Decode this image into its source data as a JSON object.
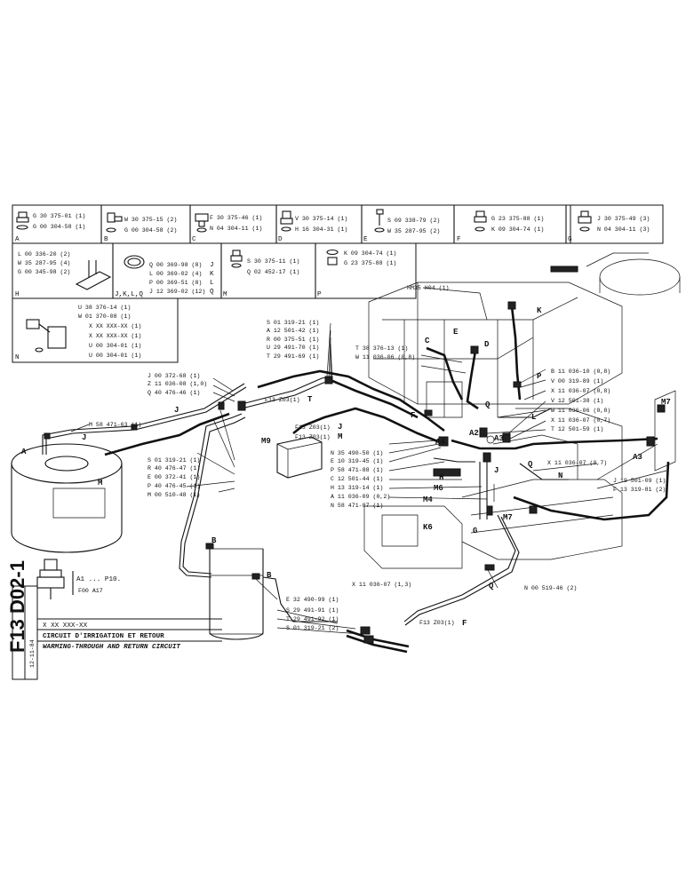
{
  "sheet": {
    "code": "F13 D02-1",
    "date": "12-11-84",
    "part_number": "X XX XXX-XX",
    "title_fr": "CIRCUIT D'IRRIGATION ET RETOUR",
    "title_en": "WARMING-THROUGH AND RETURN CIRCUIT"
  },
  "kit_boxes": [
    {
      "id": "A",
      "lines": [
        "G 30 375-01 (1)",
        "G 00 304-58 (1)"
      ]
    },
    {
      "id": "B",
      "lines": [
        "W 30 375-15 (2)",
        "G 00 304-58 (2)"
      ]
    },
    {
      "id": "C",
      "lines": [
        "F 30 375-46 (1)",
        "N 04 304-11 (1)"
      ]
    },
    {
      "id": "D",
      "lines": [
        "V 30 375-14 (1)",
        "H 16 304-31 (1)"
      ]
    },
    {
      "id": "E",
      "lines": [
        "S 09 338-79 (2)",
        "W 35 287-95 (2)"
      ]
    },
    {
      "id": "F",
      "lines": [
        "G 23 375-88 (1)",
        "K 09 304-74 (1)"
      ]
    },
    {
      "id": "G",
      "lines": [
        "J 30 375-49 (3)",
        "N 04 304-11 (3)"
      ]
    }
  ],
  "kit_boxes_row2": [
    {
      "id": "H",
      "lines": [
        "L 00 336-20 (2)",
        "W 35 287-95 (4)",
        "G 00 345-98 (2)"
      ]
    },
    {
      "id": "J,K,L,Q",
      "lines": [
        "Q 00 369-98 (8)",
        "L 00 369-02 (4)",
        "P 00 369-51 (8)",
        "J 12 369-02 (12)"
      ],
      "letters": [
        "J",
        "K",
        "L",
        "Q"
      ]
    },
    {
      "id": "M",
      "lines": [
        "S 30 375-11 (1)",
        "Q 02 452-17 (1)"
      ]
    },
    {
      "id": "P",
      "lines": [
        "K 09 304-74 (1)",
        "G 23 375-88 (1)"
      ]
    }
  ],
  "kit_box_n": {
    "id": "N",
    "lines": [
      "U 38 376-14 (1)",
      "W 01 370-08 (1)",
      "X XX XXX-XX (1)",
      "X XX XXX-XX (1)",
      "U 00 304-01 (1)",
      "U 00 304-01 (1)"
    ]
  },
  "callouts": {
    "upper_left": [
      "J 00 372-68 (1)",
      "Z 11 036-08 (1,0)",
      "Q 40 476-46 (1)"
    ],
    "m58": "M 58 471-63 (1)",
    "lower_left": [
      "S 01 319-21 (1)",
      "R 40 476-47 (1)",
      "E 00 372-41 (1)",
      "P 40 476-45 (1)",
      "M 00 510-48 (1)"
    ],
    "upper_mid": [
      "S 01 319-21 (1)",
      "A 12 501-42 (1)",
      "R 00 375-51 (1)",
      "U 29 491-70 (1)",
      "T 29 491-69 (1)"
    ],
    "t38": [
      "T 38 376-13 (1)",
      "W 11 036-06 (0,8)"
    ],
    "hm35": "HM35 H04 (1)",
    "mid_center": [
      "N 35 490-50 (1)",
      "E 10 319-45 (1)",
      "P 58 471-88 (1)",
      "C 12 501-44 (1)",
      "H 13 319-14 (1)",
      "A 11 036-09 (0,2)",
      "N 58 471-87 (1)"
    ],
    "right": [
      "B 11 036-10 (0,8)",
      "V 00 319-89 (1)",
      "X 11 036-07 (0,8)",
      "V 12 501-38 (1)",
      "W 11 036-06 (0,8)",
      "X 11 036-07 (0,7)",
      "T 12 501-59 (1)"
    ],
    "right_low": [
      "X 11 036-07 (0,7)",
      "J 19 501-09 (1)",
      "F 13 319-81 (2)"
    ],
    "bottom_left": [
      "E 32 490-99 (1)",
      "S 29 491-91 (1)",
      "T 29 491-92 (1)",
      "S 01 319-21 (2)"
    ],
    "x11": "X 11 036-07 (1,3)",
    "n00": "N 00 519-46 (2)",
    "f13_a": "F13 Z03(1)",
    "f13_b": "F13 Z03(1)",
    "f13_c": "F13 Z03(1)",
    "f13_d": "F13 Z03(1)",
    "a1_p10": "A1 ... P10.",
    "f00_a17": "F00 A17"
  },
  "markers": {
    "T": "T",
    "J": "J",
    "M": "M",
    "F": "F",
    "M9": "M9",
    "A4": "A4",
    "A2": "A2",
    "A3": "A3",
    "A3b": "A3",
    "M7": "M7",
    "M7b": "M7",
    "M6": "M6",
    "M4": "M4",
    "K6": "K6",
    "B": "B",
    "Bb": "B",
    "A": "A",
    "Mb": "M",
    "Jb": "J",
    "Q": "Q",
    "Qb": "Q",
    "Qc": "Q",
    "G": "G",
    "N": "N",
    "P": "P",
    "K": "K",
    "L": "L",
    "H": "H",
    "E": "E",
    "C": "C",
    "D": "D",
    "Jc": "J",
    "Fb": "F"
  }
}
